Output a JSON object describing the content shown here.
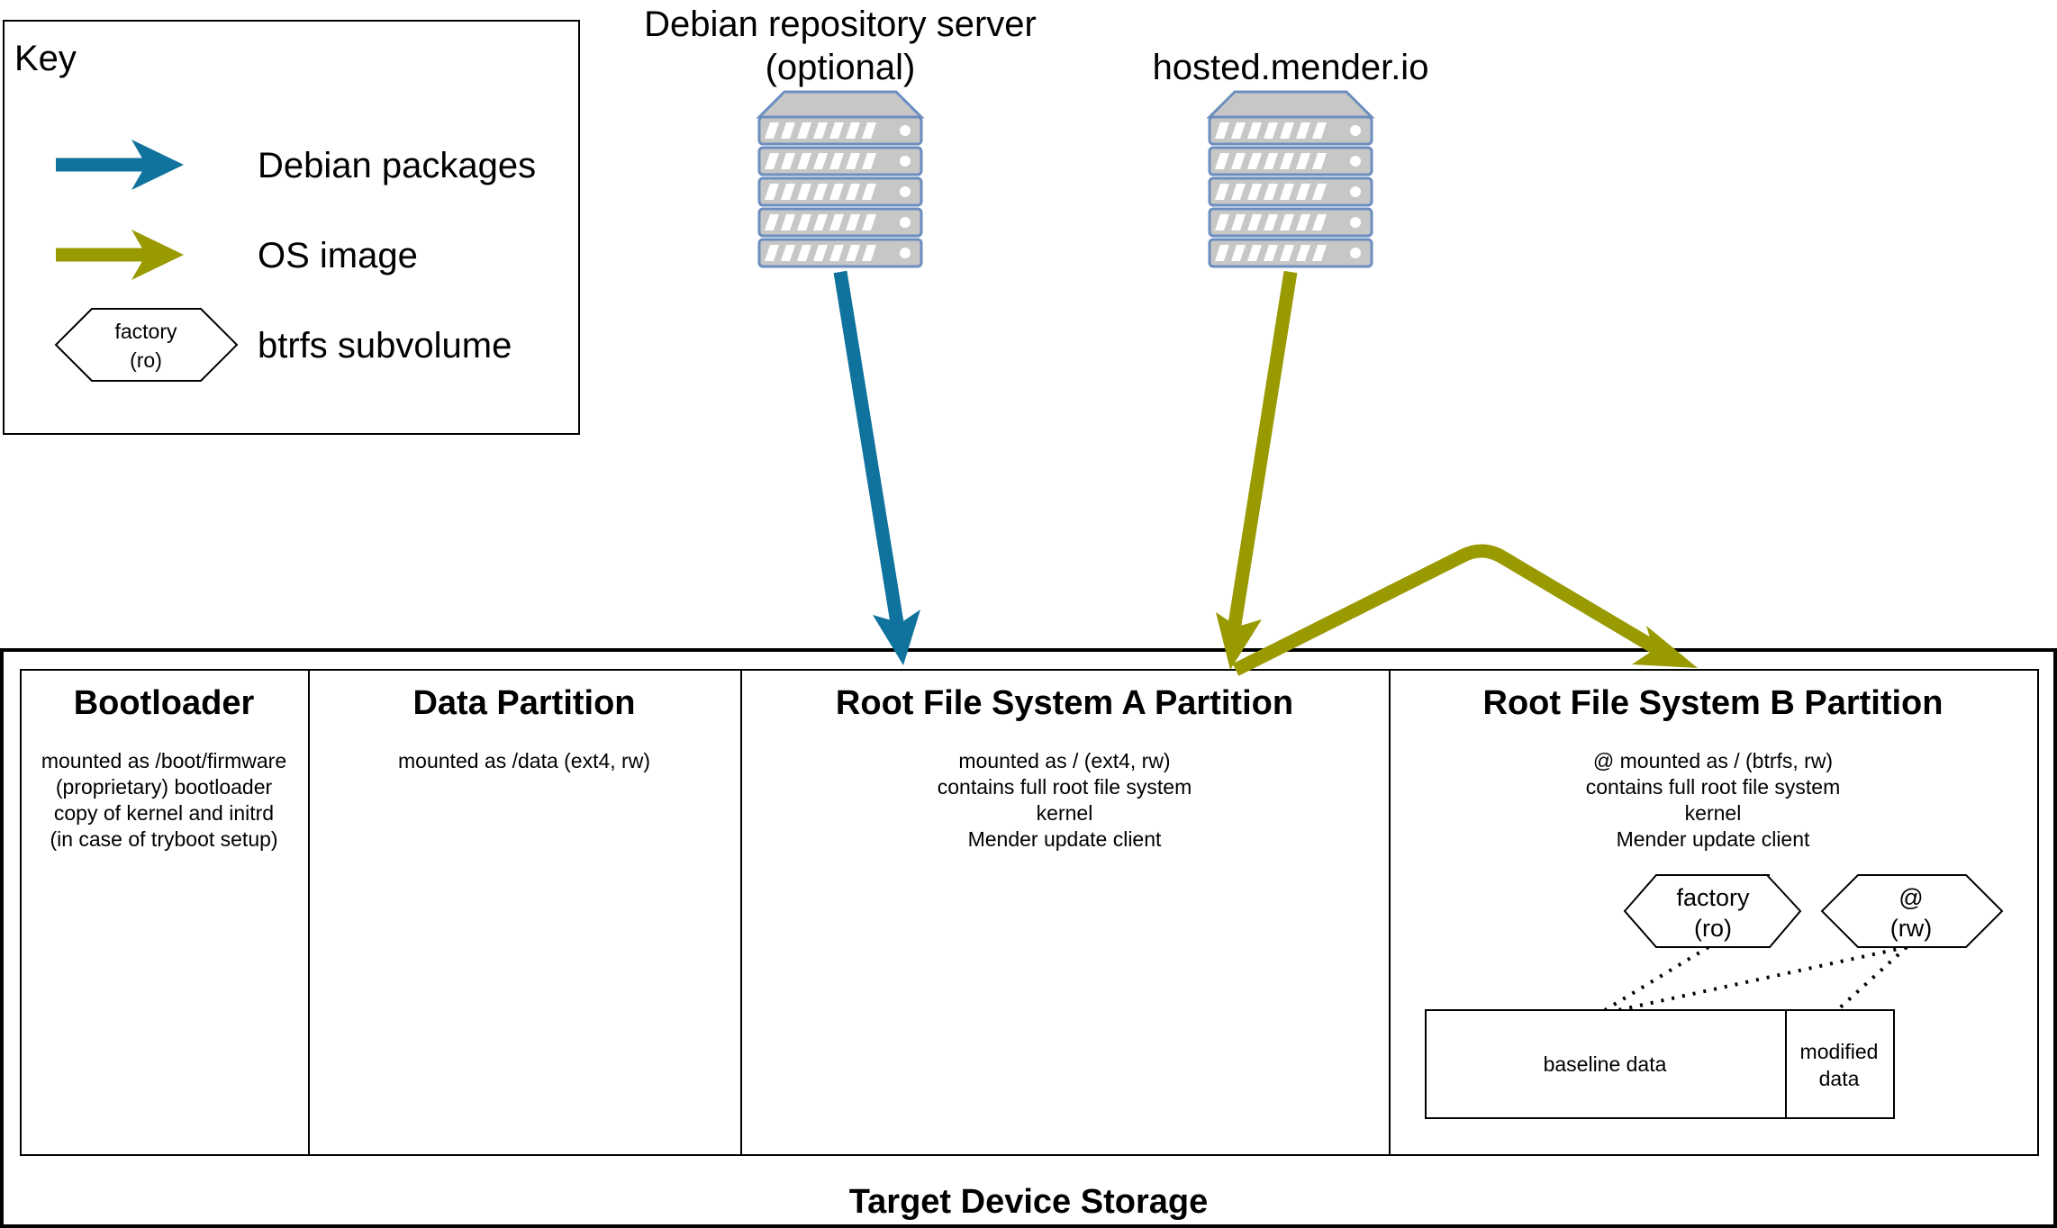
{
  "key": {
    "title": "Key",
    "debian_packages": "Debian packages",
    "os_image": "OS image",
    "subvolume_example": {
      "line1": "factory",
      "line2": "(ro)"
    },
    "btrfs_subvolume": "btrfs subvolume"
  },
  "servers": {
    "debian": {
      "line1": "Debian repository server",
      "line2": "(optional)"
    },
    "mender": {
      "label": "hosted.mender.io"
    }
  },
  "storage": {
    "title": "Target Device Storage",
    "bootloader": {
      "title": "Bootloader",
      "lines": [
        "mounted as /boot/firmware",
        "(proprietary) bootloader",
        "copy of kernel and initrd",
        "(in case of tryboot setup)"
      ]
    },
    "data": {
      "title": "Data Partition",
      "lines": [
        "mounted as /data (ext4, rw)"
      ]
    },
    "rootfs_a": {
      "title": "Root File System A Partition",
      "lines": [
        "mounted as / (ext4, rw)",
        "contains full root file system",
        "kernel",
        "Mender update client"
      ]
    },
    "rootfs_b": {
      "title": "Root File System B Partition",
      "lines": [
        "@ mounted as / (btrfs, rw)",
        "contains full root file system",
        "kernel",
        "Mender update client"
      ],
      "subvolumes": [
        {
          "line1": "factory",
          "line2": "(ro)"
        },
        {
          "line1": "@",
          "line2": "(rw)"
        }
      ],
      "baseline": "baseline data",
      "modified": {
        "line1": "modified",
        "line2": "data"
      }
    }
  },
  "colors": {
    "debian_arrow": "#10739E",
    "os_arrow": "#999900",
    "server_fill": "#C7C7C7",
    "server_stroke": "#6C8EBF"
  }
}
